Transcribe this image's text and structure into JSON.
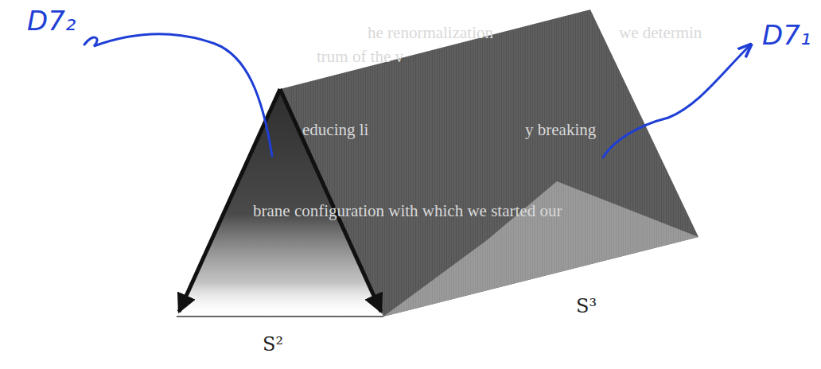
{
  "diagram": {
    "labels": [
      "D7₂",
      "D7₁",
      "S²",
      "S³",
      "he renormalization",
      "we determin",
      "trum of the v",
      "educing li",
      "y breaking",
      "brane configuration with which we started our"
    ]
  }
}
